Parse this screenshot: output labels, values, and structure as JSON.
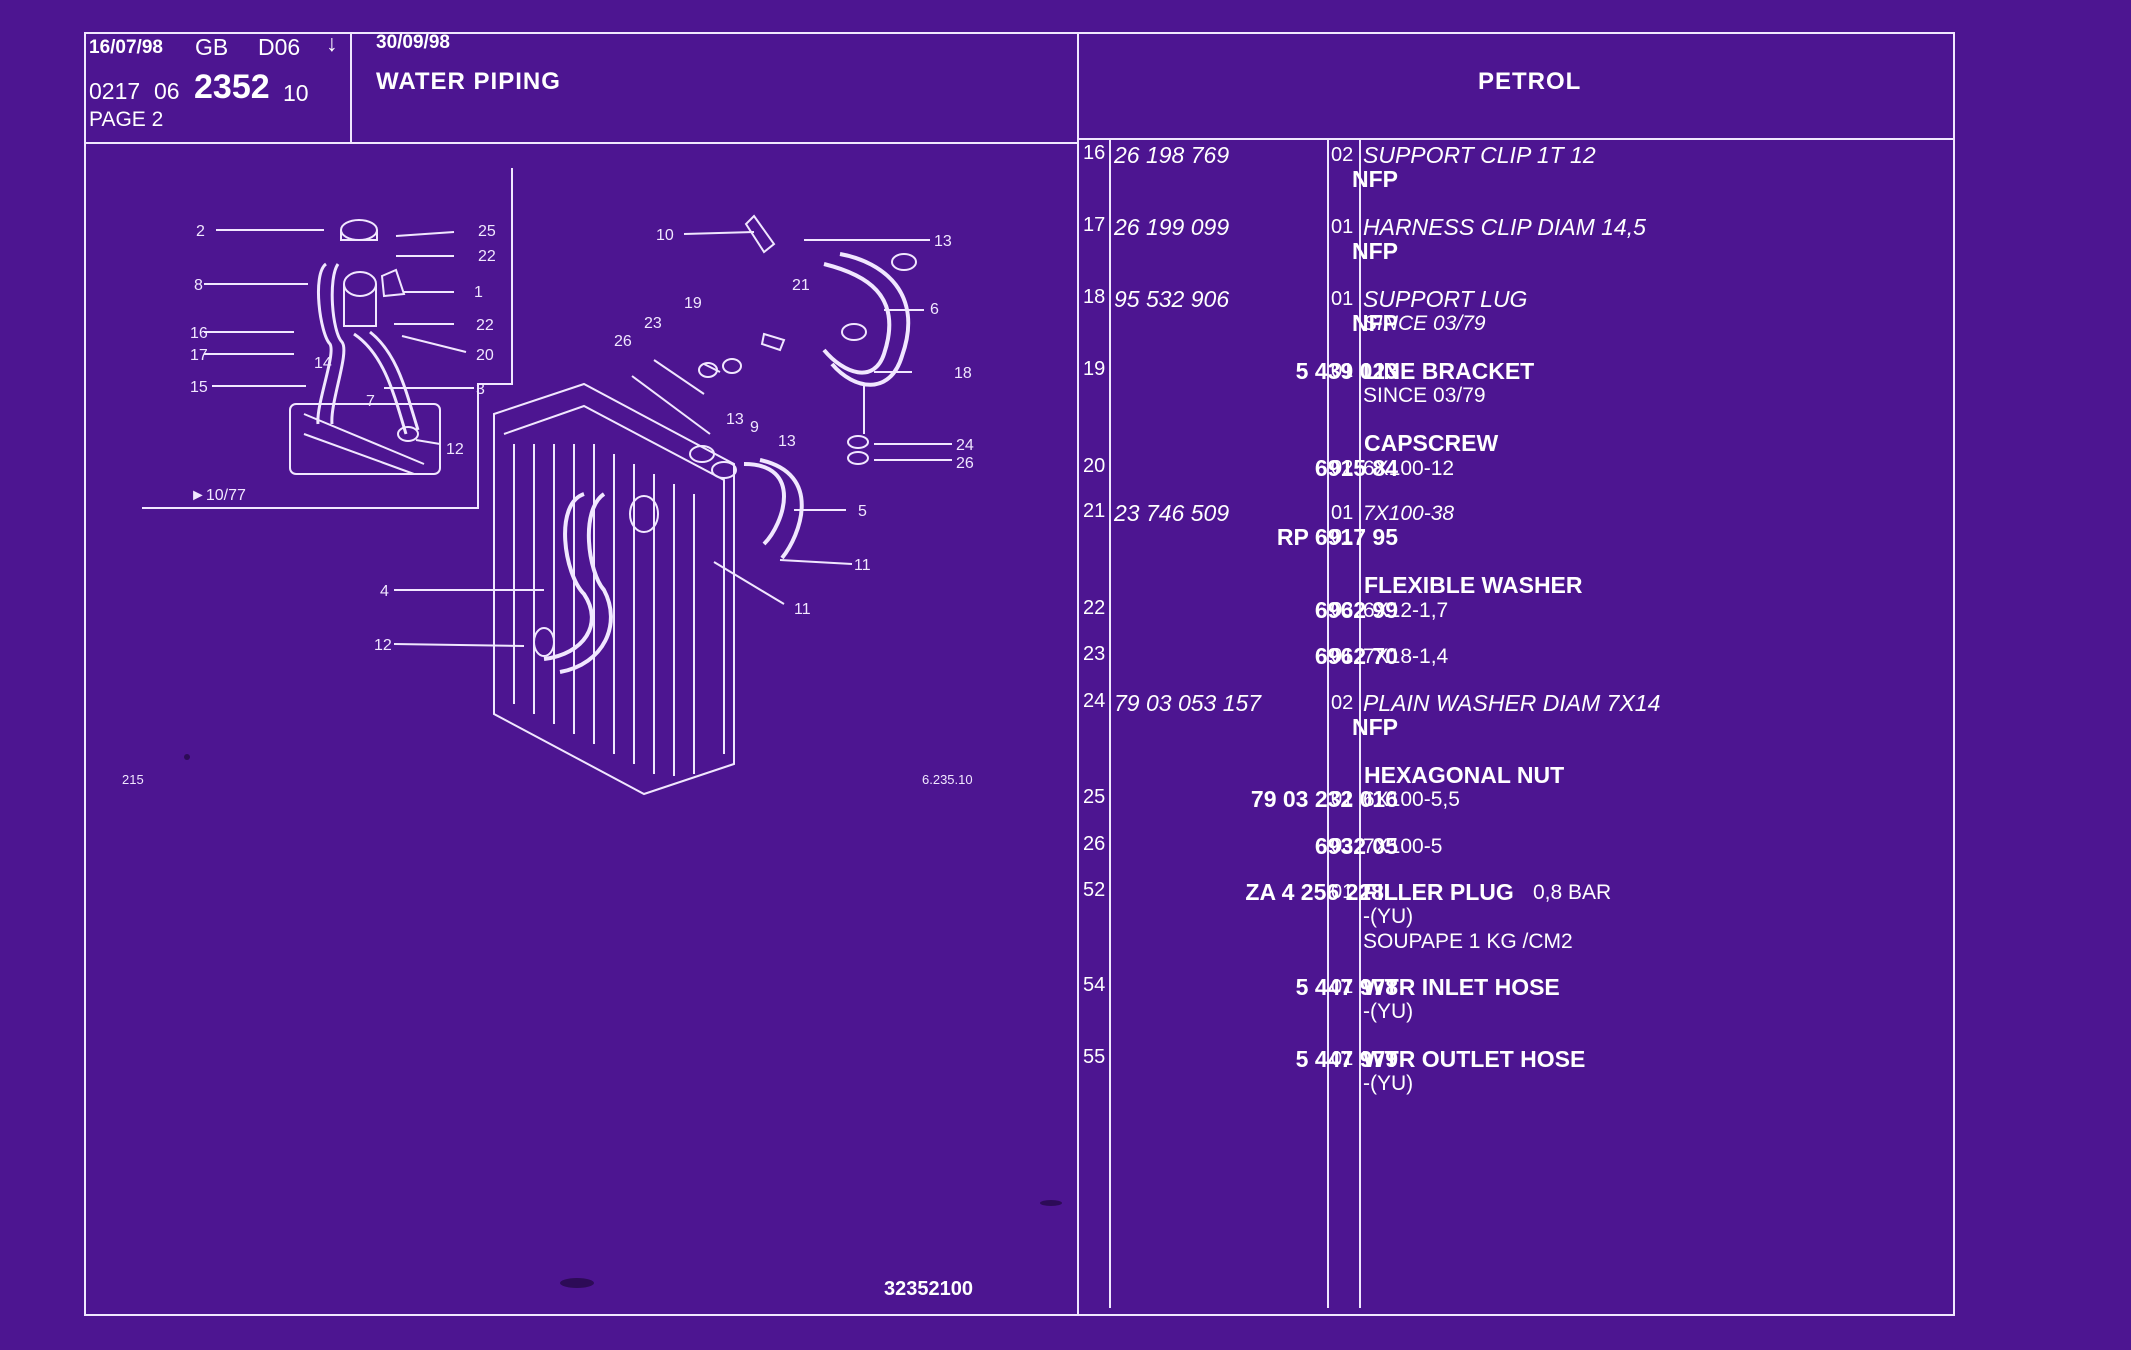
{
  "header": {
    "date_left": "16/07/98",
    "lang": "GB",
    "code": "D06",
    "arrow": "↓",
    "ref_a": "0217",
    "ref_b": "06",
    "ref_main": "2352",
    "ref_c": "10",
    "page": "PAGE  2",
    "date_right": "30/09/98",
    "title": "WATER PIPING",
    "engine": "PETROL"
  },
  "diagram": {
    "callouts": [
      "2",
      "25",
      "22",
      "8",
      "1",
      "16",
      "22",
      "17",
      "20",
      "14",
      "15",
      "7",
      "3",
      "12",
      "10",
      "13",
      "21",
      "6",
      "19",
      "23",
      "26",
      "18",
      "13",
      "9",
      "13",
      "24",
      "26",
      "5",
      "11",
      "4",
      "11",
      "12"
    ],
    "ref_date": "►10/77",
    "code_left": "215",
    "code_right": "6.235.10",
    "footer_number": "32352100"
  },
  "parts": [
    {
      "idx": "16",
      "part_no": "26 198 769",
      "part_style": "it",
      "nfp": "NFP",
      "qty": "02",
      "desc": "SUPPORT CLIP 1T 12",
      "desc_style": "it"
    },
    {
      "idx": "17",
      "part_no": "26 199 099",
      "part_style": "it",
      "nfp": "NFP",
      "qty": "01",
      "desc": "HARNESS CLIP DIAM 14,5",
      "desc_style": "it"
    },
    {
      "idx": "18",
      "part_no": "95 532 906",
      "part_style": "it",
      "nfp": "NFP",
      "qty": "01",
      "desc": "SUPPORT LUG",
      "desc_style": "it",
      "sub": "SINCE 03/79",
      "sub_style": "it"
    },
    {
      "idx": "19",
      "part_no": "5 439 023",
      "part_style": "b",
      "qty": "01",
      "desc": "LINE BRACKET",
      "desc_style": "b",
      "sub": "SINCE 03/79"
    },
    {
      "group": "CAPSCREW"
    },
    {
      "idx": "20",
      "part_no": "6915 84",
      "part_style": "b",
      "qty": "02",
      "desc": "6X100-12"
    },
    {
      "idx": "21",
      "part_no": "23 746 509",
      "part_style": "it",
      "qty": "01",
      "desc": "7X100-38",
      "desc_style": "it",
      "alt_part": "RP  6917 95",
      "alt_qty": "01"
    },
    {
      "group": "FLEXIBLE WASHER"
    },
    {
      "idx": "22",
      "part_no": "6962 99",
      "part_style": "b",
      "qty": "03",
      "desc": "6X12-1,7"
    },
    {
      "idx": "23",
      "part_no": "6962 70",
      "part_style": "b",
      "qty": "01",
      "desc": "7X18-1,4"
    },
    {
      "idx": "24",
      "part_no": "79 03 053 157",
      "part_style": "it",
      "nfp": "NFP",
      "qty": "02",
      "desc": "PLAIN WASHER DIAM 7X14",
      "desc_style": "it"
    },
    {
      "group": "HEXAGONAL NUT"
    },
    {
      "idx": "25",
      "part_no": "79 03 232 016",
      "part_style": "b",
      "qty": "01",
      "desc": "6X100-5,5"
    },
    {
      "idx": "26",
      "part_no": "6932 05",
      "part_style": "b",
      "qty": "03",
      "desc": "7X100-5"
    },
    {
      "idx": "52",
      "part_no": "ZA 4 256 228L",
      "part_style": "b",
      "qty": "01",
      "desc": "FILLER PLUG",
      "desc_style": "b",
      "desc_tail": " 0,8 BAR",
      "sub": "-(YU)",
      "sub2": " SOUPAPE 1 KG /CM2"
    },
    {
      "idx": "54",
      "part_no": "5 447 978",
      "part_style": "b",
      "qty": "01",
      "desc": "WTR INLET HOSE",
      "desc_style": "b",
      "sub": "-(YU)"
    },
    {
      "idx": "55",
      "part_no": "5 447 979",
      "part_style": "b",
      "qty": "01",
      "desc": "WTR OUTLET HOSE",
      "desc_style": "b",
      "sub": "-(YU)"
    }
  ],
  "colors": {
    "background": "#4d1591",
    "line": "#f1e7ff"
  }
}
